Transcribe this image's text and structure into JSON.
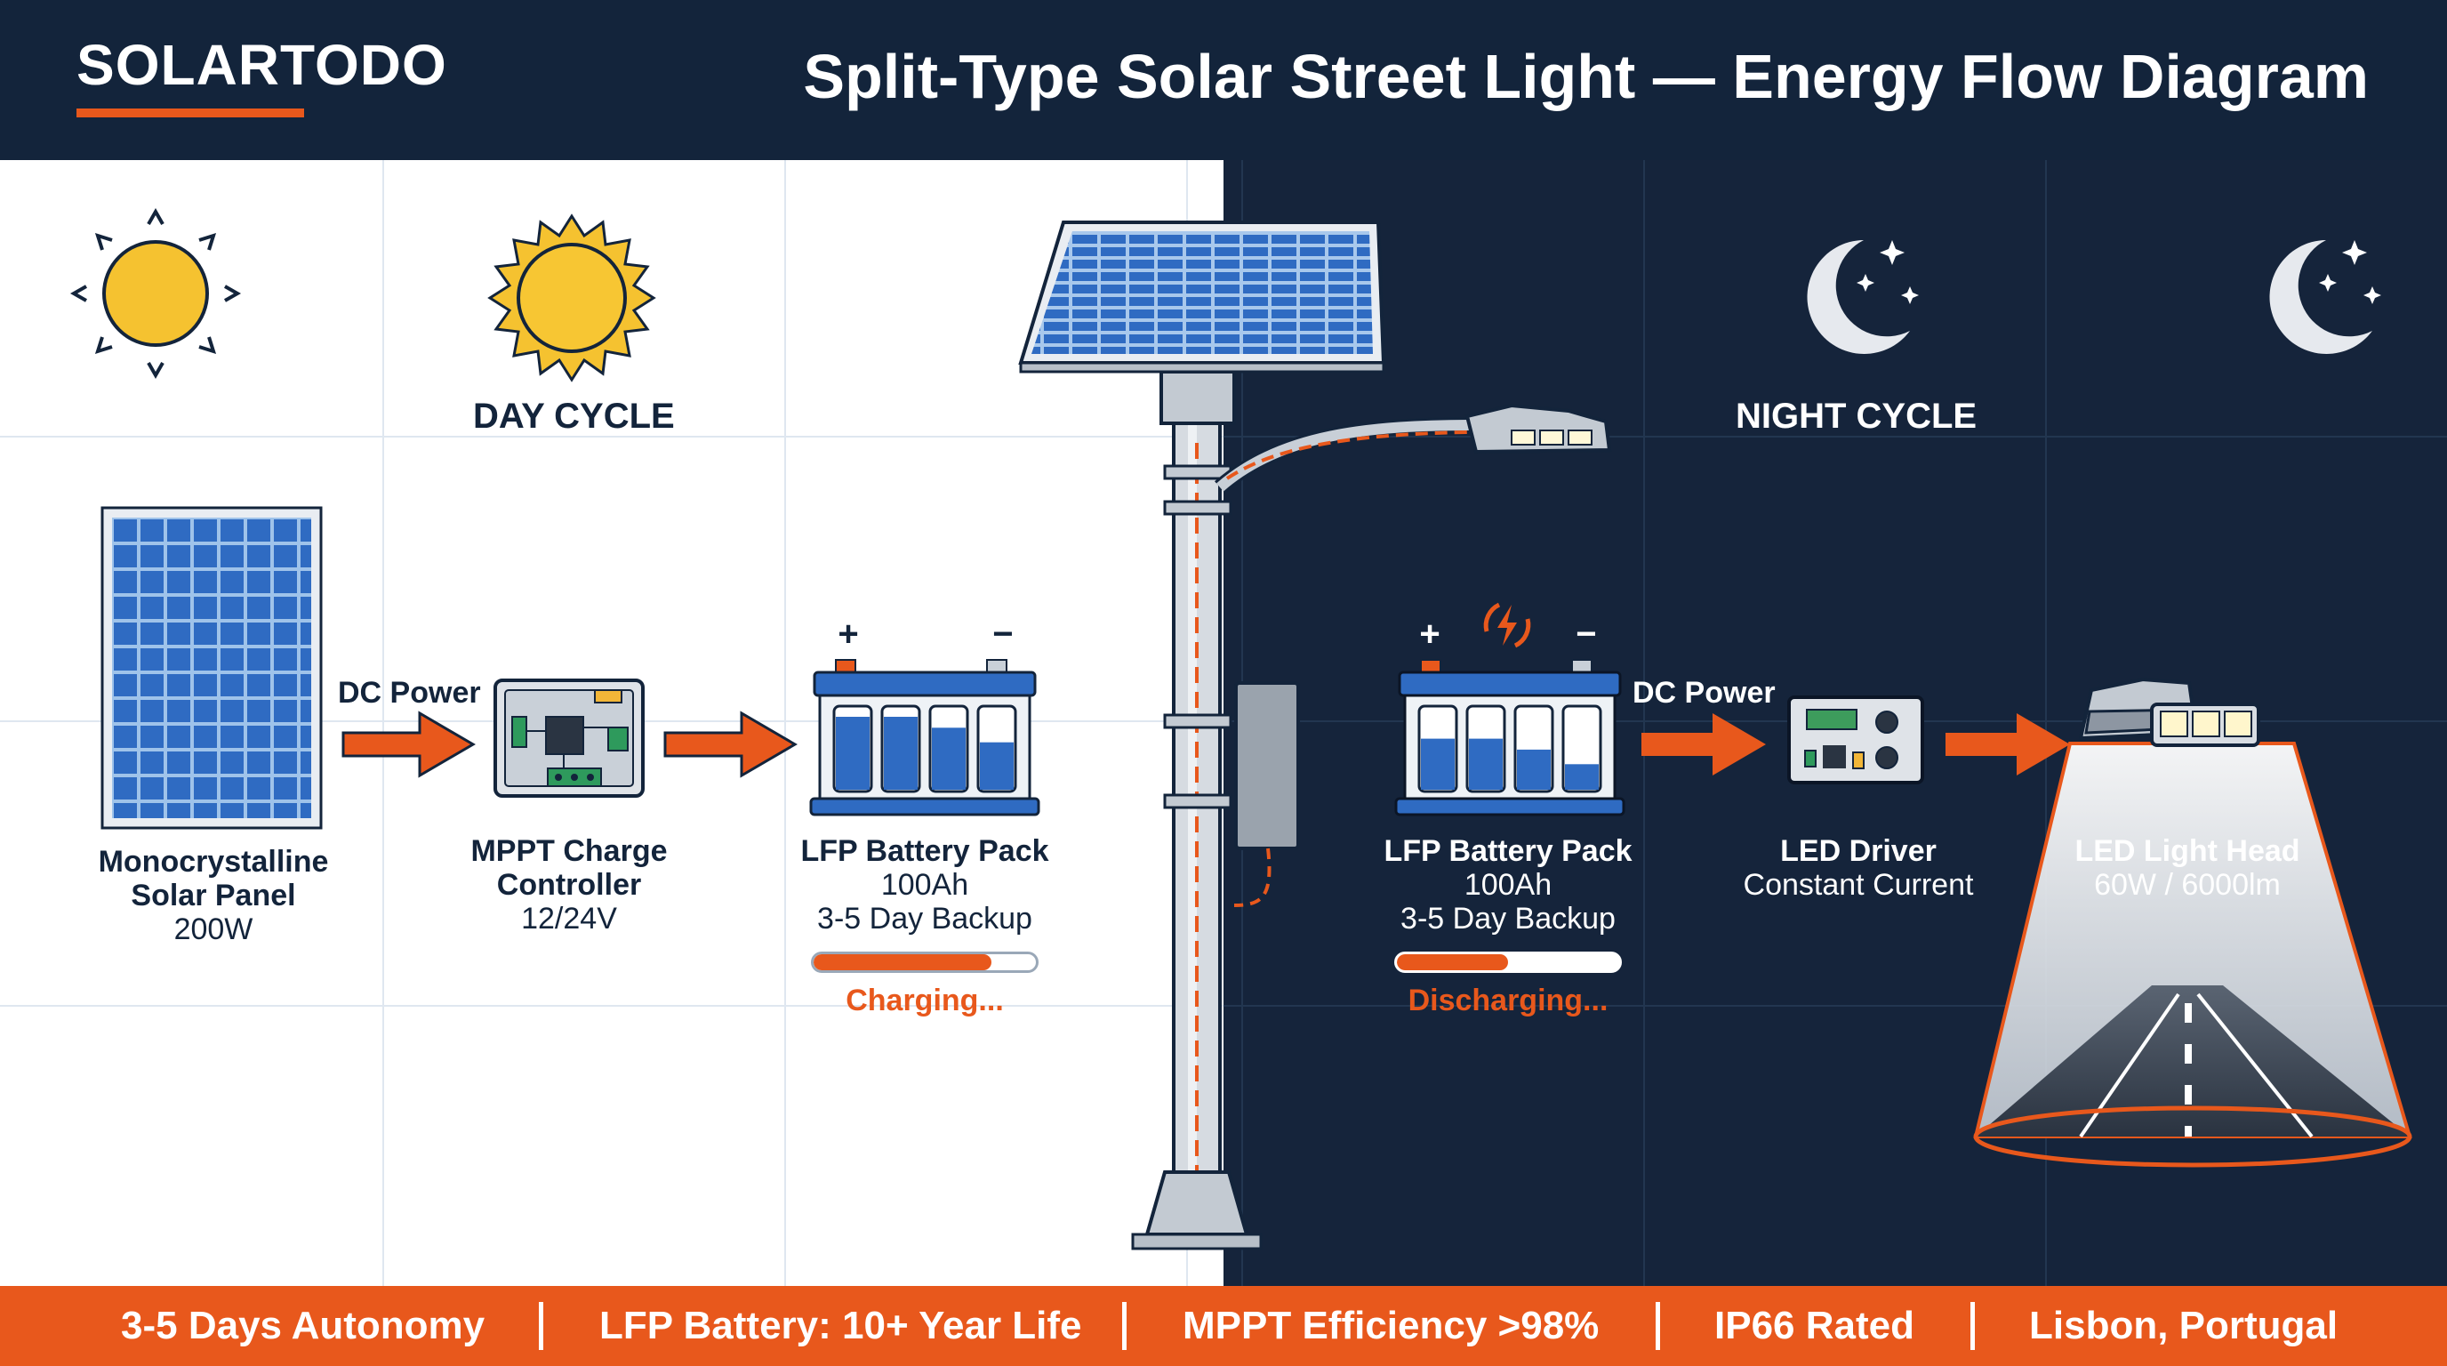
{
  "brand": "SOLARTODO",
  "title": "Split-Type Solar Street Light — Energy Flow Diagram",
  "day_cycle_label": "DAY CYCLE",
  "night_cycle_label": "NIGHT CYCLE",
  "flow_label_day": "DC Power",
  "flow_label_night": "DC Power",
  "components": {
    "solar_panel": {
      "name": "Monocrystalline Solar Panel",
      "name_line1": "Monocrystalline",
      "name_line2": "Solar Panel",
      "spec": "200W"
    },
    "controller": {
      "name_line1": "MPPT Charge",
      "name_line2": "Controller",
      "spec": "12/24V"
    },
    "battery_day": {
      "name": "LFP Battery Pack",
      "capacity": "100Ah",
      "backup": "3-5 Day Backup",
      "status": "Charging...",
      "level": 0.8,
      "plus": "+",
      "minus": "−"
    },
    "battery_night": {
      "name": "LFP Battery Pack",
      "capacity": "100Ah",
      "backup": "3-5 Day Backup",
      "status": "Discharging...",
      "level": 0.5,
      "plus": "+",
      "minus": "−"
    },
    "led_driver": {
      "name": "LED Driver",
      "spec": "Constant Current"
    },
    "led_head": {
      "name": "LED Light Head",
      "spec": "60W / 6000lm"
    }
  },
  "footer": [
    "3-5 Days Autonomy",
    "LFP Battery: 10+ Year Life",
    "MPPT Efficiency >98%",
    "IP66 Rated",
    "Lisbon, Portugal"
  ],
  "colors": {
    "navy": "#13243b",
    "accent": "#e8581c",
    "panel_blue": "#2f6bc2",
    "sun": "#f5c230"
  }
}
